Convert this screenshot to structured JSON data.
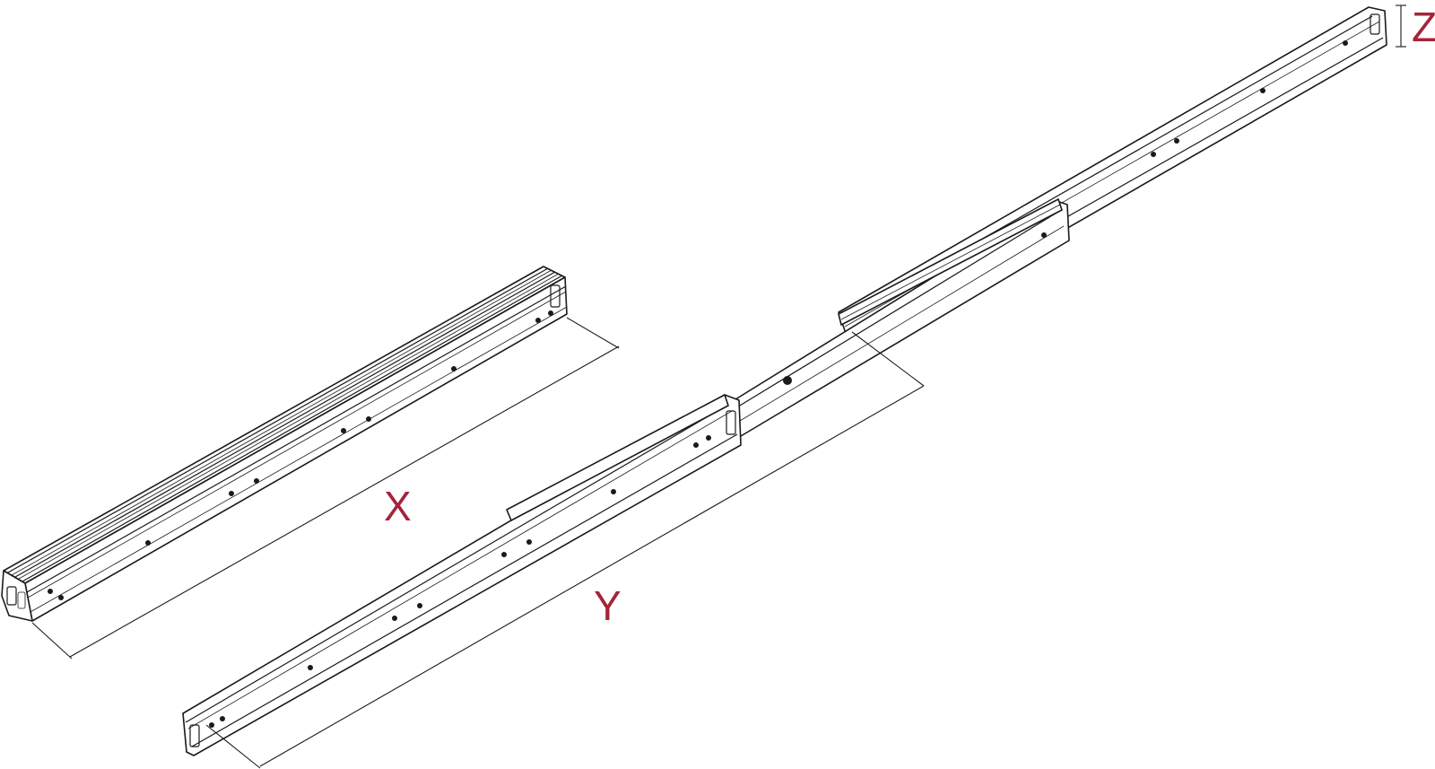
{
  "labels": {
    "x": "X",
    "y": "Y",
    "z": "Z"
  },
  "colors": {
    "line": "#1a1a1a",
    "label": "#a4243b",
    "background": "#ffffff"
  }
}
